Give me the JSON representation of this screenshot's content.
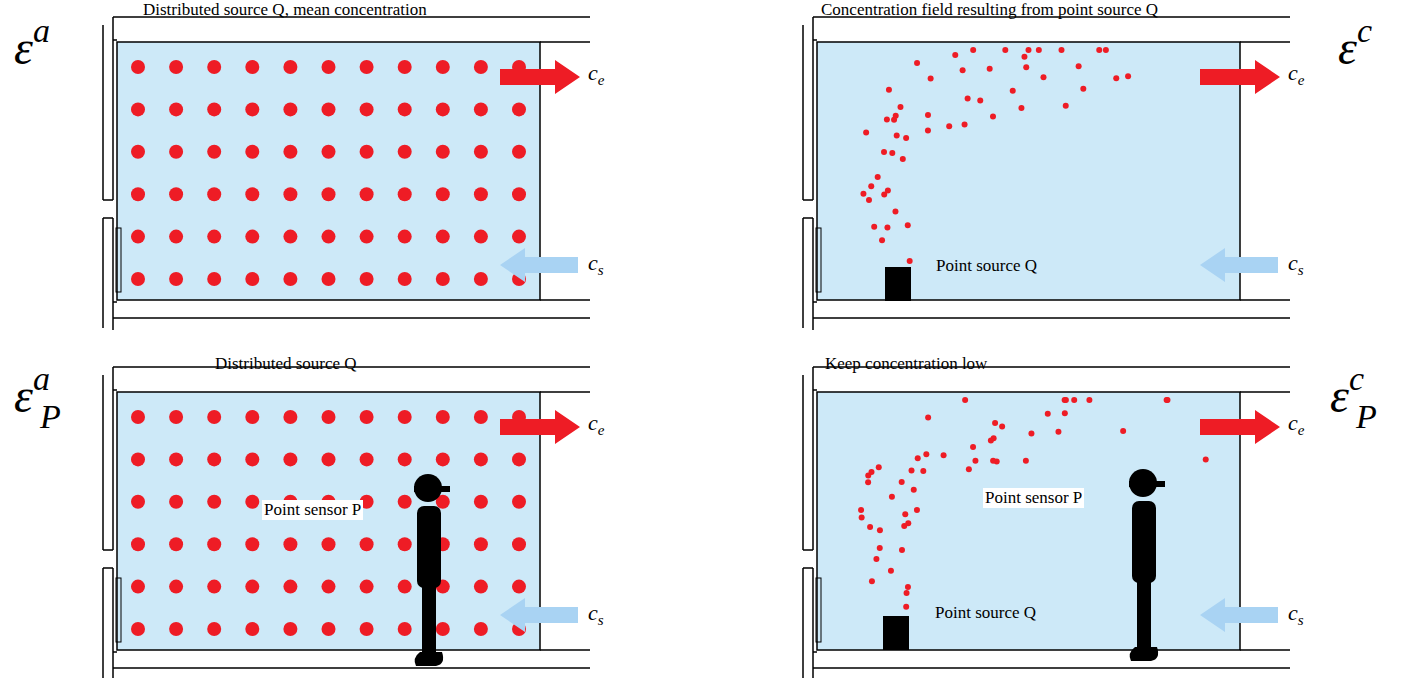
{
  "diagram": {
    "nodes": [
      {
        "text": [
          "Distributed source Q, mean concentration"
        ]
      },
      {
        "text": [
          "Concentration field resulting from point source Q"
        ]
      },
      {
        "text": [
          "Distributed source Q"
        ]
      },
      {
        "text": [
          "Keep concentration low"
        ]
      }
    ],
    "labels": [
      "ce",
      "cs",
      "ce",
      "cs",
      "Point source Q",
      "Point sensor P",
      "ce",
      "cs",
      "Point sensor P",
      "Point source Q",
      "ce",
      "cs",
      "εa",
      "εc",
      "εaP",
      "εcP"
    ]
  }
}
